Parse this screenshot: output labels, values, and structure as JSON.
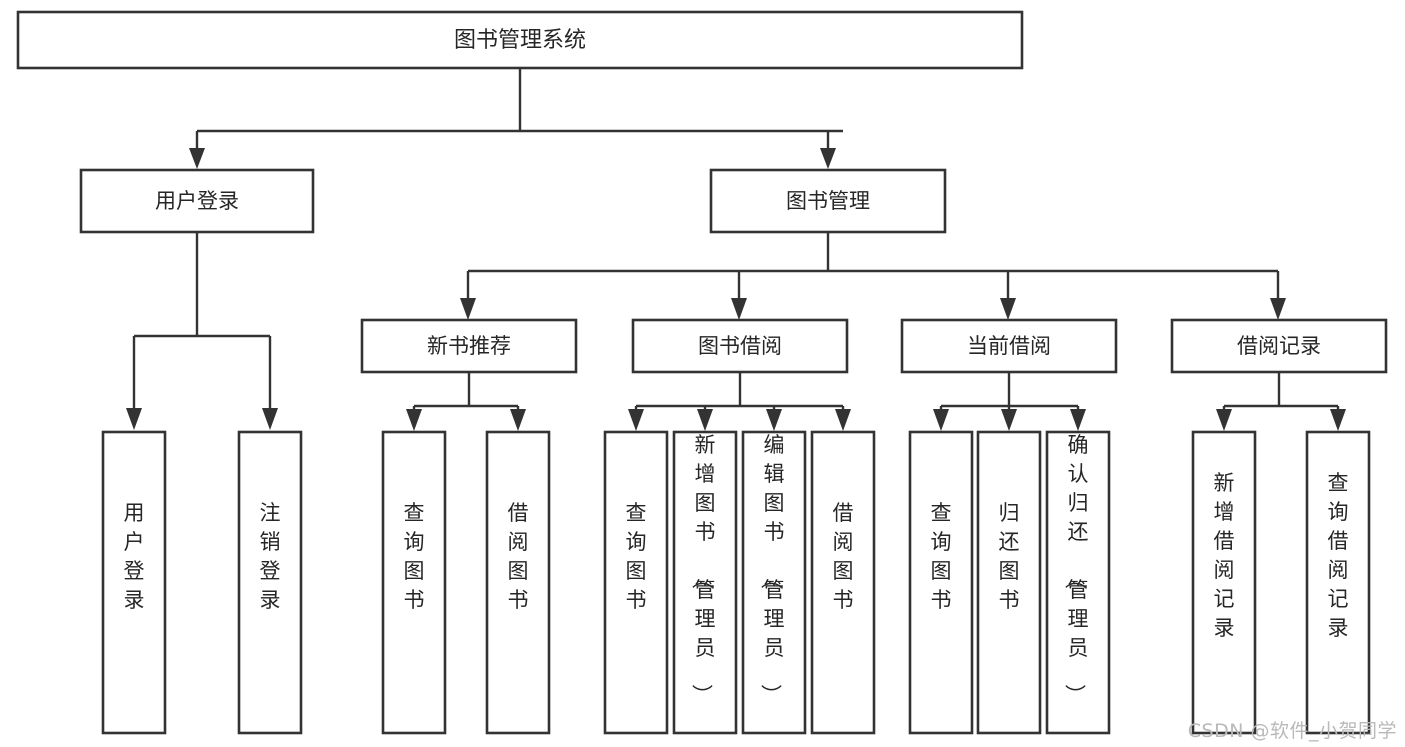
{
  "diagram": {
    "type": "hierarchy-tree",
    "orientation": "top-down",
    "title": "图书管理系统",
    "watermark": "CSDN @软件_小贺同学",
    "colors": {
      "background": "#ffffff",
      "node_stroke": "#333333",
      "node_fill": "#ffffff",
      "connector": "#333333",
      "text": "#262626",
      "watermark": "#b9b9b9"
    },
    "root": {
      "label": "图书管理系统",
      "orientation": "horizontal"
    },
    "level2": [
      {
        "label": "用户登录",
        "orientation": "horizontal"
      },
      {
        "label": "图书管理",
        "orientation": "horizontal"
      }
    ],
    "level3": [
      {
        "label": "新书推荐",
        "orientation": "horizontal",
        "parent": "图书管理"
      },
      {
        "label": "图书借阅",
        "orientation": "horizontal",
        "parent": "图书管理"
      },
      {
        "label": "当前借阅",
        "orientation": "horizontal",
        "parent": "图书管理"
      },
      {
        "label": "借阅记录",
        "orientation": "horizontal",
        "parent": "图书管理"
      }
    ],
    "leaves": {
      "用户登录": [
        {
          "label": "用户登录",
          "orientation": "vertical"
        },
        {
          "label": "注销登录",
          "orientation": "vertical"
        }
      ],
      "新书推荐": [
        {
          "label": "查询图书",
          "orientation": "vertical"
        },
        {
          "label": "借阅图书",
          "orientation": "vertical"
        }
      ],
      "图书借阅": [
        {
          "label": "查询图书",
          "orientation": "vertical"
        },
        {
          "label": "新增图书（管理员）",
          "orientation": "vertical"
        },
        {
          "label": "编辑图书（管理员）",
          "orientation": "vertical"
        },
        {
          "label": "借阅图书",
          "orientation": "vertical"
        }
      ],
      "当前借阅": [
        {
          "label": "查询图书",
          "orientation": "vertical"
        },
        {
          "label": "归还图书",
          "orientation": "vertical"
        },
        {
          "label": "确认归还（管理员）",
          "orientation": "vertical"
        }
      ],
      "借阅记录": [
        {
          "label": "新增借阅记录",
          "orientation": "vertical"
        },
        {
          "label": "查询借阅记录",
          "orientation": "vertical"
        }
      ]
    }
  }
}
